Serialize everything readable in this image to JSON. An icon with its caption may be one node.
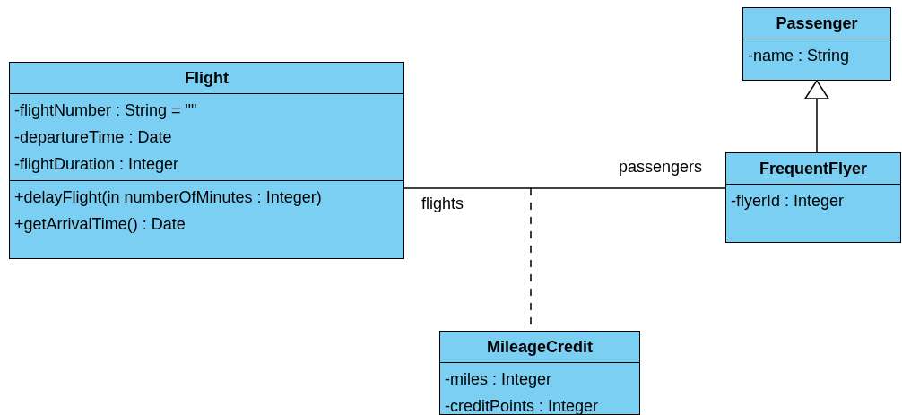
{
  "diagram": {
    "nodes": [
      {
        "text": [
          "Passenger",
          "-name : String"
        ]
      },
      {
        "text": [
          "Flight",
          "-flightNumber : String = \"\"",
          "-departureTime : Date",
          "-flightDuration : Integer",
          "+delayFlight(in numberOfMinutes : Integer)",
          "+getArrivalTime() : Date"
        ]
      },
      {
        "text": [
          "FrequentFlyer",
          "-flyerId : Integer"
        ]
      },
      {
        "text": [
          "MileageCredit",
          "-miles : Integer",
          "-creditPoints : Integer"
        ]
      }
    ],
    "edges": [
      {
        "from": 2,
        "to": 0,
        "arrow": "to"
      },
      {
        "from": 1,
        "to": 2,
        "arrow": "none"
      },
      {
        "from": null,
        "to": 3,
        "arrow": "none",
        "style": "dashed"
      }
    ],
    "labels": [
      "passengers",
      "flights"
    ]
  }
}
